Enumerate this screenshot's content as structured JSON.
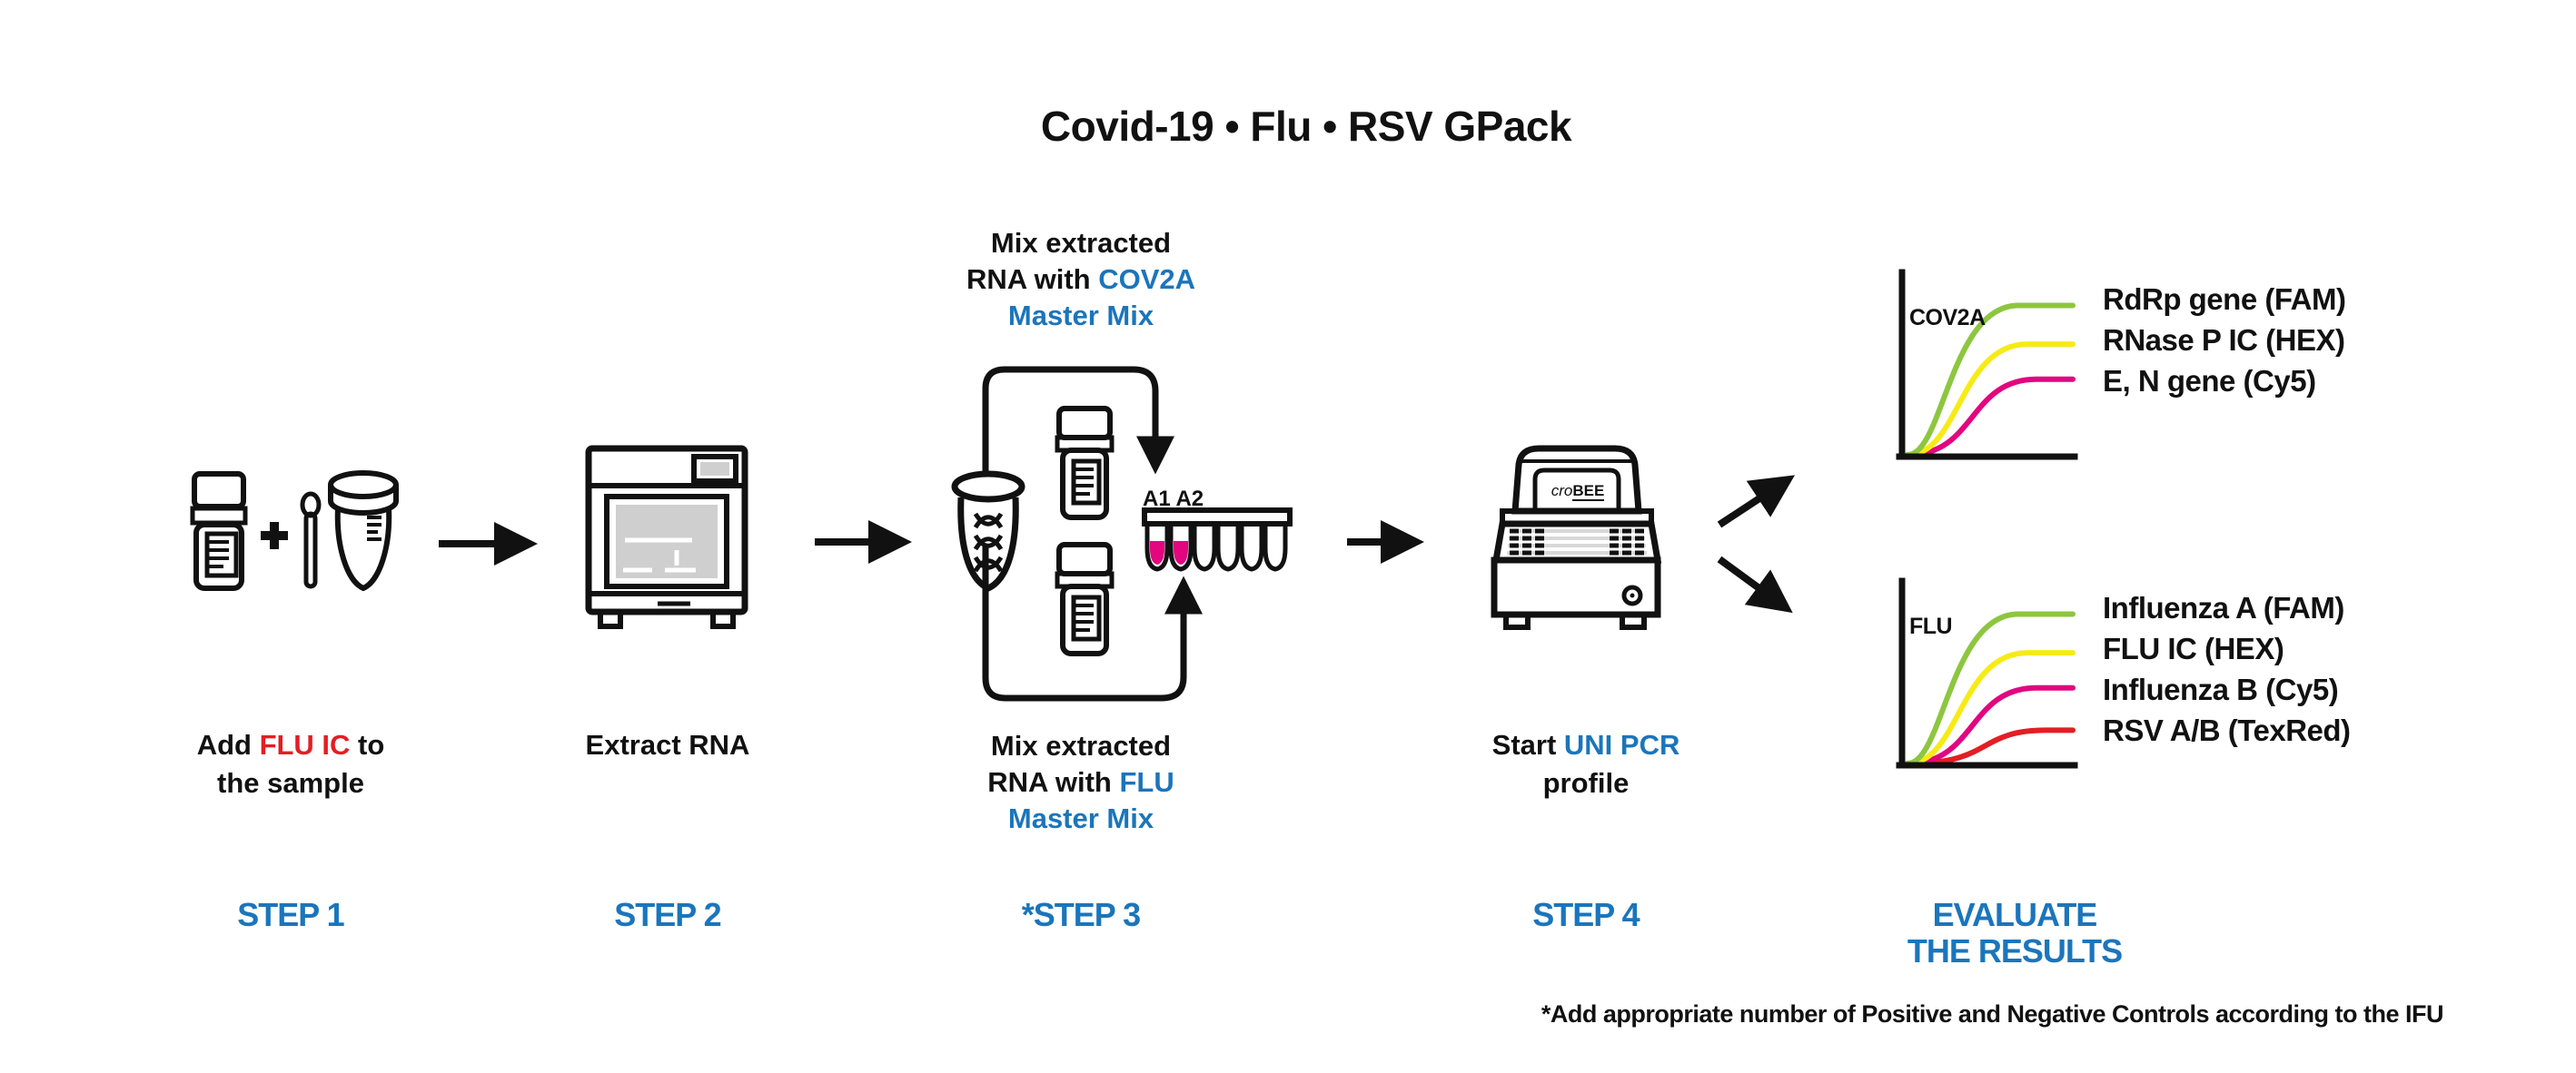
{
  "title": "Covid-19 • Flu • RSV GPack",
  "palette": {
    "blue": "#1B75BB",
    "red": "#E31E24",
    "magenta": "#E2067F",
    "ink": "#111111"
  },
  "flow": {
    "step1": {
      "label": "STEP 1",
      "caption": {
        "pre": "Add ",
        "highlight": "FLU IC",
        "post": " to",
        "line2": "the sample"
      }
    },
    "step2": {
      "label": "STEP 2",
      "caption": "Extract RNA"
    },
    "step3": {
      "label": "*STEP 3",
      "caption_top": {
        "line1": "Mix extracted",
        "line2_pre": "RNA with ",
        "line2_highlight": "COV2A",
        "line3": "Master Mix"
      },
      "caption_bottom": {
        "line1": "Mix extracted",
        "line2_pre": "RNA with ",
        "line2_highlight": "FLU",
        "line3": "Master Mix"
      },
      "pcr_strip_label": "A1 A2"
    },
    "step4": {
      "label": "STEP 4",
      "caption": {
        "pre": "Start ",
        "highlight": "UNI PCR",
        "line2": "profile"
      },
      "instrument_brand": {
        "prefix": "cro",
        "suffix": "BEE"
      }
    },
    "evaluate": {
      "line1": "EVALUATE",
      "line2": "THE RESULTS"
    }
  },
  "chart_data": [
    {
      "type": "line",
      "title": "COV2A",
      "xlabel": "",
      "ylabel": "",
      "ylim": [
        0,
        1
      ],
      "grid": false,
      "legend_position": "right",
      "shape": "sigmoid amplification curves rising from baseline 0 to plateau",
      "series": [
        {
          "name": "RdRp gene (FAM)",
          "color": "#8DC63F",
          "plateau_fraction": 0.82
        },
        {
          "name": "RNase P IC (HEX)",
          "color": "#F6EB16",
          "plateau_fraction": 0.61
        },
        {
          "name": "E, N gene (Cy5)",
          "color": "#E2067F",
          "plateau_fraction": 0.42
        }
      ]
    },
    {
      "type": "line",
      "title": "FLU",
      "xlabel": "",
      "ylabel": "",
      "ylim": [
        0,
        1
      ],
      "grid": false,
      "legend_position": "right",
      "shape": "sigmoid amplification curves rising from baseline 0 to plateau",
      "series": [
        {
          "name": "Influenza A (FAM)",
          "color": "#8DC63F",
          "plateau_fraction": 0.82
        },
        {
          "name": "FLU IC (HEX)",
          "color": "#F6EB16",
          "plateau_fraction": 0.61
        },
        {
          "name": "Influenza B (Cy5)",
          "color": "#E2067F",
          "plateau_fraction": 0.42
        },
        {
          "name": "RSV A/B (TexRed)",
          "color": "#E31E24",
          "plateau_fraction": 0.19
        }
      ]
    }
  ],
  "footnote": "*Add appropriate number of Positive and Negative Controls according to the IFU"
}
